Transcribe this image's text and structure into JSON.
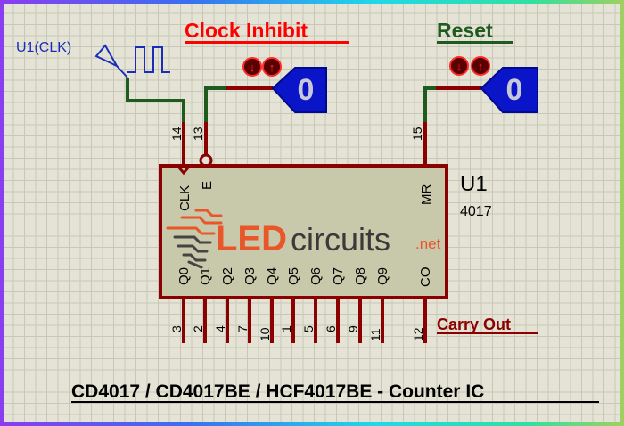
{
  "labels": {
    "clock_inhibit": "Clock Inhibit",
    "reset": "Reset",
    "clock_source": "U1(CLK)",
    "carry_out": "Carry Out",
    "caption": "CD4017 / CD4017BE / HCF4017BE - Counter IC"
  },
  "logic_states": {
    "clock_inhibit_value": "0",
    "reset_value": "0"
  },
  "chip": {
    "ref": "U1",
    "part": "4017",
    "top_pins": [
      {
        "name": "CLK",
        "number": "14"
      },
      {
        "name": "E",
        "number": "13"
      },
      {
        "name": "MR",
        "number": "15"
      }
    ],
    "bottom_pins": [
      {
        "name": "Q0",
        "number": "3"
      },
      {
        "name": "Q1",
        "number": "2"
      },
      {
        "name": "Q2",
        "number": "4"
      },
      {
        "name": "Q3",
        "number": "7"
      },
      {
        "name": "Q4",
        "number": "10"
      },
      {
        "name": "Q5",
        "number": "1"
      },
      {
        "name": "Q6",
        "number": "5"
      },
      {
        "name": "Q7",
        "number": "6"
      },
      {
        "name": "Q8",
        "number": "9"
      },
      {
        "name": "Q9",
        "number": "11"
      },
      {
        "name": "CO",
        "number": "12"
      }
    ]
  },
  "watermark": {
    "brand_led": "LED",
    "brand_circuits": "circuits",
    "brand_tld": ".net"
  },
  "colors": {
    "wire_low": "#8b0000",
    "wire_active": "#1f5a1f",
    "chip_fill": "#c8c8aa",
    "logic_probe": "#0a14c8",
    "clock_inhibit_text": "#ff0000",
    "reset_text": "#1f5a1f",
    "logo_orange": "#e8562a"
  }
}
